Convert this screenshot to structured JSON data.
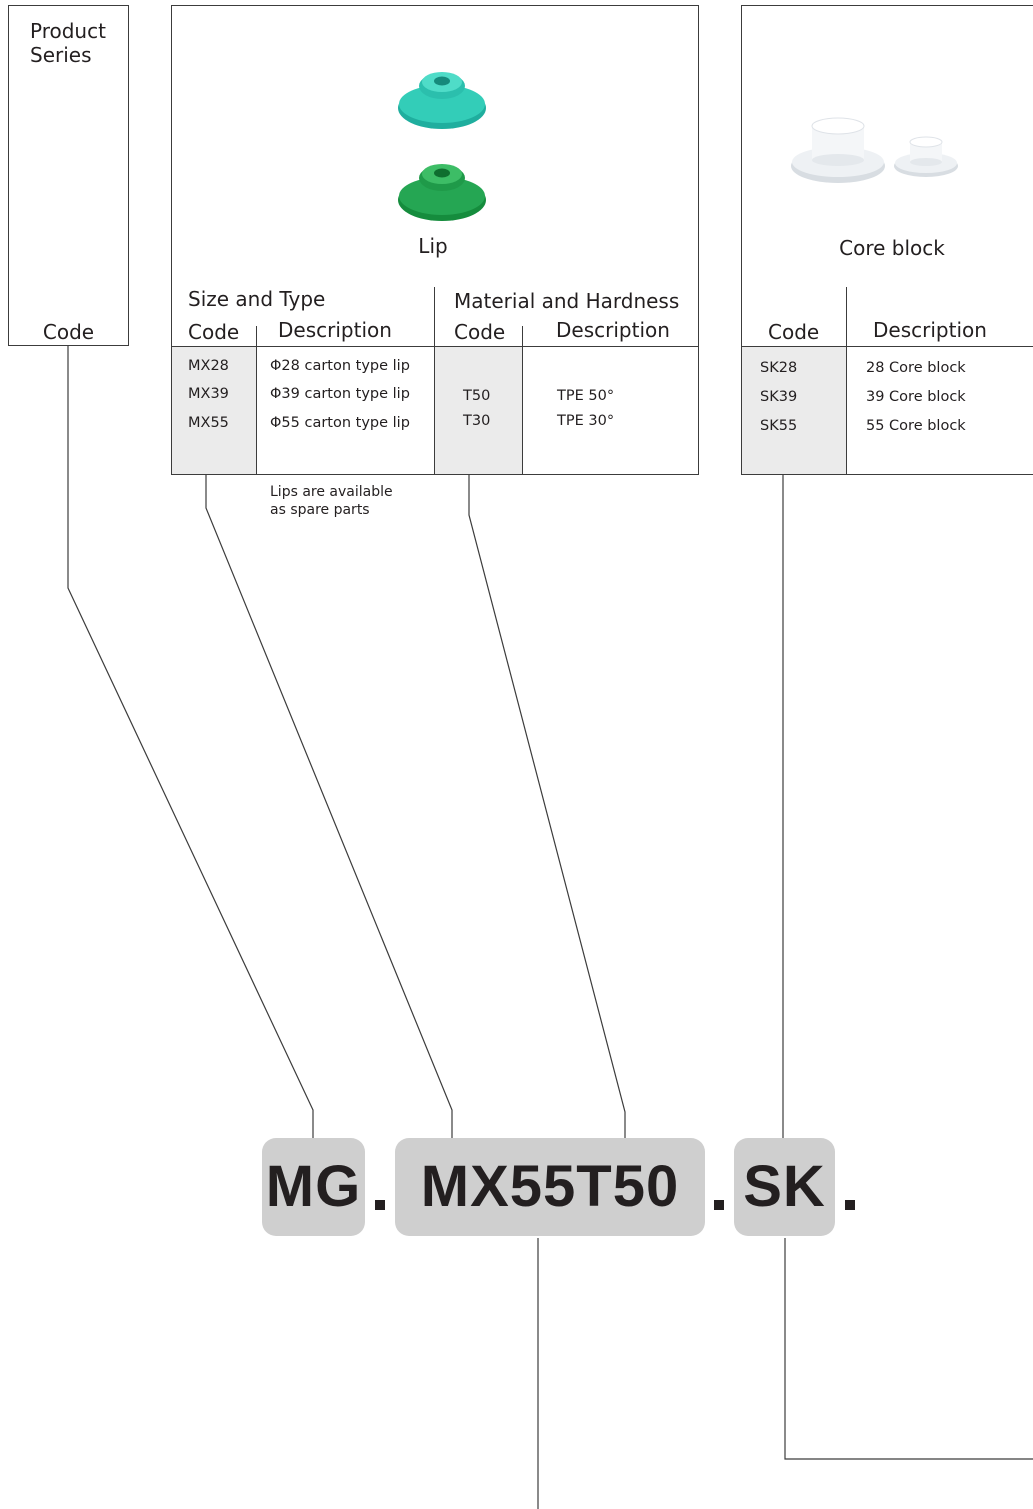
{
  "product_series": {
    "title_line1": "Product",
    "title_line2": "Series",
    "code_label": "Code"
  },
  "lip": {
    "image_caption": "Lip",
    "size_type_header": "Size and Type",
    "material_header": "Material and Hardness",
    "code_label": "Code",
    "description_label": "Description",
    "material_code_label": "Code",
    "material_description_label": "Description",
    "size_rows": [
      {
        "code": "MX28",
        "description": "Φ28 carton type lip"
      },
      {
        "code": "MX39",
        "description": "Φ39 carton type lip"
      },
      {
        "code": "MX55",
        "description": "Φ55 carton type lip"
      }
    ],
    "material_rows": [
      {
        "code": "T50",
        "description": "TPE 50°"
      },
      {
        "code": "T30",
        "description": "TPE 30°"
      }
    ],
    "note_line1": "Lips are available",
    "note_line2": "as spare parts",
    "colors": {
      "cyan_lip": "#2ec4b0",
      "green_lip": "#1f9e4a"
    }
  },
  "core_block": {
    "image_caption": "Core block",
    "code_label": "Code",
    "description_label": "Description",
    "rows": [
      {
        "code": "SK28",
        "description": "28 Core block"
      },
      {
        "code": "SK39",
        "description": "39 Core block"
      },
      {
        "code": "SK55",
        "description": "55 Core block"
      }
    ]
  },
  "part_number": {
    "segment_1": "MG",
    "segment_2": "MX55T50",
    "segment_3": "SK",
    "pill_color": "#cfcfcf"
  }
}
